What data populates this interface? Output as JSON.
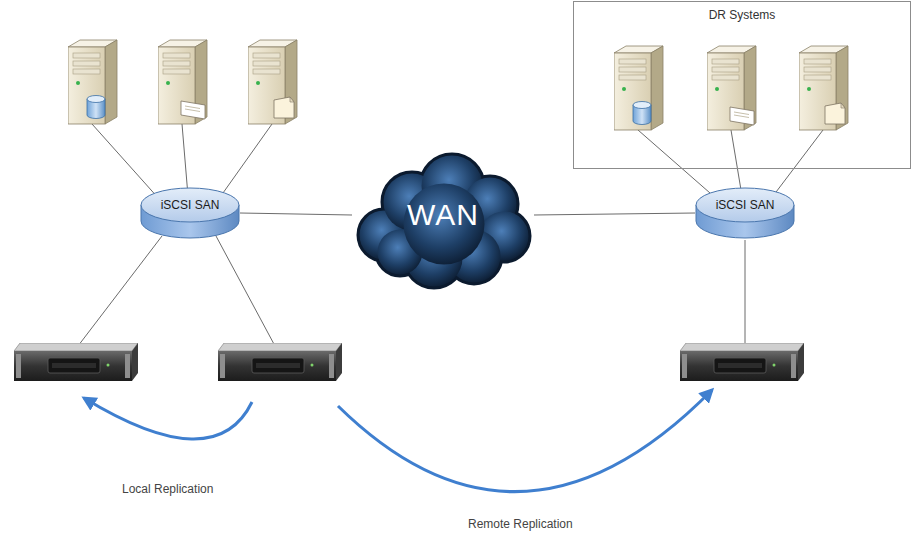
{
  "diagram": {
    "nodes": [
      {
        "text": [
          "DR Systems"
        ]
      },
      {
        "text": [
          "iSCSI SAN"
        ]
      },
      {
        "text": [
          "WAN"
        ]
      },
      {
        "text": [
          "iSCSI SAN"
        ]
      }
    ],
    "edges": [
      {
        "from": 1,
        "to": 2,
        "arrow": "none"
      },
      {
        "from": 2,
        "to": 3,
        "arrow": "none"
      }
    ],
    "labels": [
      "Local Replication",
      "Remote Replication"
    ]
  }
}
